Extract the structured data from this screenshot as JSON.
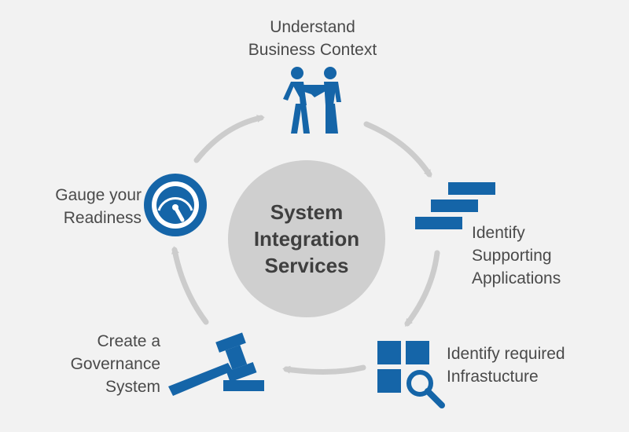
{
  "center": {
    "line1": "System",
    "line2": "Integration",
    "line3": "Services"
  },
  "steps": [
    {
      "id": "business-context",
      "icon": "handshake-people-icon",
      "lines": [
        "Understand",
        "Business Context"
      ]
    },
    {
      "id": "supporting-apps",
      "icon": "stacked-bars-icon",
      "lines": [
        "Identify",
        "Supporting",
        "Applications"
      ]
    },
    {
      "id": "infrastructure",
      "icon": "grid-magnifier-icon",
      "lines": [
        "Identify required",
        "Infrastucture"
      ]
    },
    {
      "id": "governance",
      "icon": "gavel-icon",
      "lines": [
        "Create a",
        "Governance",
        "System"
      ]
    },
    {
      "id": "readiness",
      "icon": "gauge-icon",
      "lines": [
        "Gauge your",
        "Readiness"
      ]
    }
  ],
  "colors": {
    "accent": "#1565a8",
    "arrow": "#cccccc",
    "center": "#cfcfcf",
    "text": "#4a4a4a",
    "background": "#f2f2f2"
  }
}
